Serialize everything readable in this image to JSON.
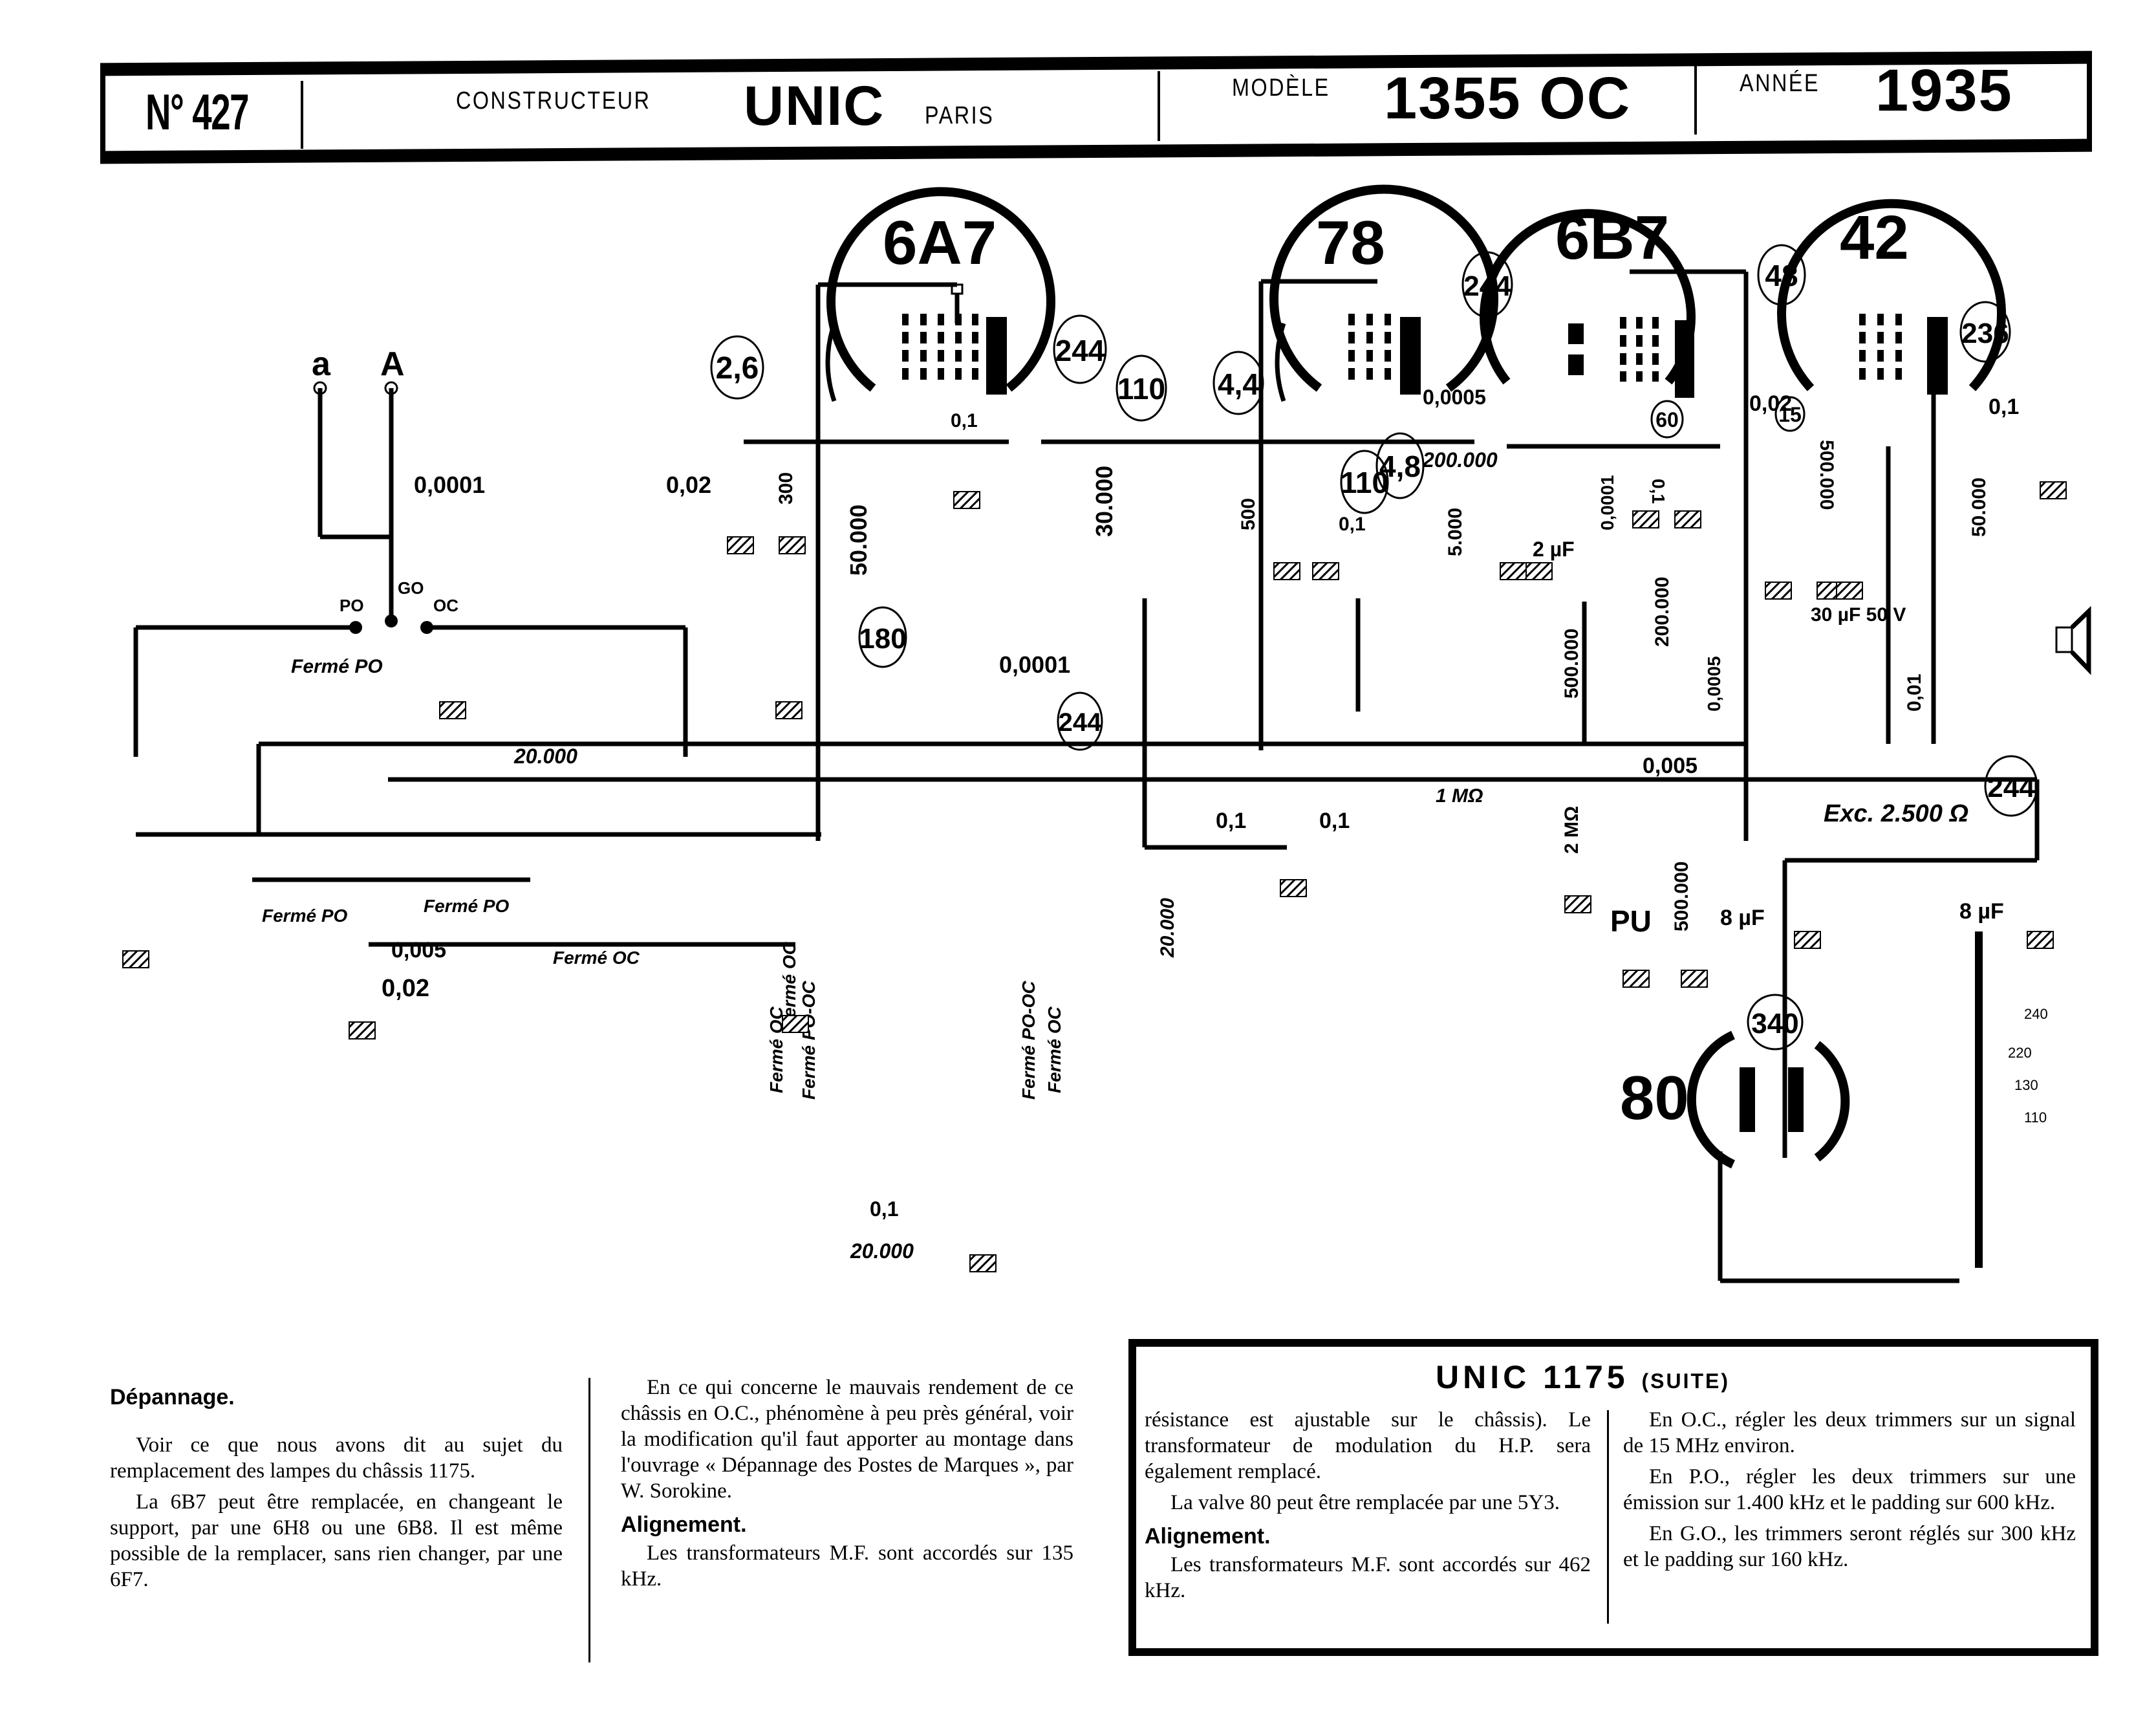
{
  "header": {
    "number": "N° 427",
    "constructeur_label": "CONSTRUCTEUR",
    "constructeur": "UNIC",
    "city": "PARIS",
    "modele_label": "MODÈLE",
    "modele": "1355 OC",
    "annee_label": "ANNÉE",
    "annee": "1935"
  },
  "schematic": {
    "tubes": [
      {
        "id": "6A7",
        "label": "6A7"
      },
      {
        "id": "78",
        "label": "78"
      },
      {
        "id": "6B7",
        "label": "6B7"
      },
      {
        "id": "42",
        "label": "42"
      },
      {
        "id": "80",
        "label": "80"
      }
    ],
    "voltages": [
      "2,6",
      "244",
      "110",
      "4,4",
      "244",
      "48",
      "236",
      "110",
      "4,8",
      "60",
      "15",
      "180",
      "244",
      "244",
      "340"
    ],
    "antenna": {
      "a": "a",
      "A": "A"
    },
    "band_switch": {
      "go": "GO",
      "po": "PO",
      "oc": "OC"
    },
    "components": {
      "c_antenna": "0,0001",
      "c_6a7_cathode": "0,02",
      "r_6a7_cathode": "300",
      "r_6a7_grid": "50.000",
      "c_6a7_screen": "0,1",
      "r_screen": "30.000",
      "c_osc": "0,0001",
      "r_78_cathode": "500",
      "c_78_cathode": "0,1",
      "c_6b7_coupling": "0,0005",
      "r_6b7": "200.000",
      "r_6b7_cathode": "5.000",
      "c_6b7_cathode": "2 µF",
      "c_6b7_a": "0,1",
      "c_6b7_b": "0,0001",
      "r_6b7_load": "200.000",
      "c_6b7_c": "0,0005",
      "r_det": "500.000",
      "c_42_coupling": "0,02",
      "r_42_grid": "500.000",
      "c_42_cathode": "30 µF 50 V",
      "c_42_tone": "0,1",
      "r_42_tone": "50.000",
      "c_output": "0,01",
      "r_avc": "1 MΩ",
      "c_avc_a": "0,1",
      "c_avc_b": "0,1",
      "r_avc_b": "2 MΩ",
      "c_pu": "0,005",
      "r_volume": "500.000",
      "pickup": "PU",
      "excitation": "Exc. 2.500 Ω",
      "c_filter_a": "8 µF",
      "c_filter_b": "8 µF",
      "r_20000_a": "20.000",
      "r_20000_b": "20.000",
      "r_20000_c": "20.000",
      "c_005": "0,005",
      "c_002": "0,02",
      "c_osc_01": "0,1",
      "mains_taps": [
        "240",
        "220",
        "130",
        "110"
      ]
    },
    "switch_labels": {
      "ferme_po": "Fermé PO",
      "ferme_oc": "Fermé OC",
      "ferme_po_oc": "Fermé PO-OC"
    }
  },
  "text": {
    "depannage_title": "Dépannage.",
    "depannage_p1": "Voir ce que nous avons dit au sujet du remplacement des lampes du châssis 1175.",
    "depannage_p2": "La 6B7 peut être remplacée, en changeant le support, par une 6H8 ou une 6B8. Il est même possible de la remplacer, sans rien changer, par une 6F7.",
    "col2_p1": "En ce qui concerne le mauvais rendement de ce châssis en O.C., phénomène à peu près général, voir la modification qu'il faut apporter au montage dans l'ouvrage « Dépannage des Postes de Marques », par W. Sorokine.",
    "col2_align_title": "Alignement.",
    "col2_align_p": "Les transformateurs M.F. sont accordés sur 135 kHz.",
    "box_title": "UNIC 1175",
    "box_title_suffix": "(SUITE)",
    "box_col1_p1": "résistance est ajustable sur le châssis). Le transformateur de modulation du H.P. sera également remplacé.",
    "box_col1_p2": "La valve 80 peut être remplacée par une 5Y3.",
    "box_col1_align_title": "Alignement.",
    "box_col1_align_p": "Les transformateurs M.F. sont accordés sur 462 kHz.",
    "box_col2_p1": "En O.C., régler les deux trimmers sur un signal de 15 MHz environ.",
    "box_col2_p2": "En P.O., régler les deux trimmers sur une émission sur 1.400 kHz et le padding sur 600 kHz.",
    "box_col2_p3": "En G.O., les trimmers seront réglés sur 300 kHz et le padding sur 160 kHz."
  }
}
